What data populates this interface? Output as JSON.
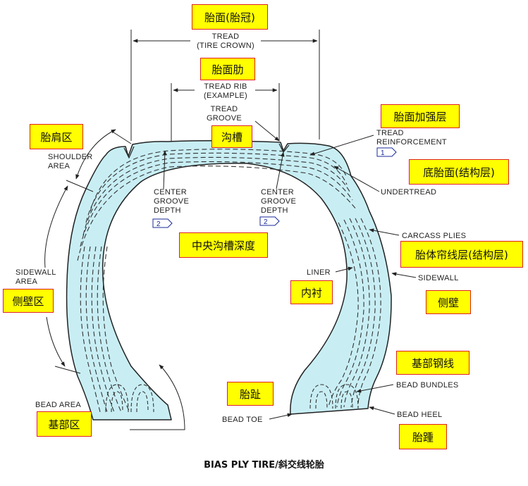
{
  "labels": {
    "tread": "TREAD",
    "tire_crown": "(TIRE CROWN)",
    "tread_rib": "TREAD RIB",
    "example": "(EXAMPLE)",
    "tread_groove_1": "TREAD",
    "tread_groove_2": "GROOVE",
    "tread_reinforcement_1": "TREAD",
    "tread_reinforcement_2": "REINFORCEMENT",
    "shoulder_1": "SHOULDER",
    "shoulder_2": "AREA",
    "center_groove_1": "CENTER",
    "center_groove_2": "GROOVE",
    "center_groove_3": "DEPTH",
    "undertread": "UNDERTREAD",
    "carcass_plies": "CARCASS PLIES",
    "sidewall_area_1": "SIDEWALL",
    "sidewall_area_2": "AREA",
    "liner": "LINER",
    "sidewall": "SIDEWALL",
    "bead_bundles": "BEAD BUNDLES",
    "bead_area": "BEAD AREA",
    "bead_toe": "BEAD TOE",
    "bead_heel": "BEAD HEEL",
    "marker_1": "1",
    "marker_2": "2"
  },
  "callouts": {
    "tread_cn": "胎面(胎冠)",
    "tread_rib_cn": "胎面肋",
    "groove_cn": "沟槽",
    "reinforcement_cn": "胎面加强层",
    "shoulder_cn": "胎肩区",
    "undertread_cn": "底胎面(结构层)",
    "center_groove_cn": "中央沟槽深度",
    "carcass_cn": "胎体帘线层(结构层)",
    "sidewall_area_cn": "侧壁区",
    "liner_cn": "内衬",
    "sidewall_cn": "侧壁",
    "bead_bundles_cn": "基部钢线",
    "toe_cn": "胎趾",
    "bead_area_cn": "基部区",
    "heel_cn": "胎踵"
  },
  "caption": "BIAS PLY TIRE/斜交线轮胎",
  "colors": {
    "rubber": "#c8eef4",
    "outline": "#222222",
    "callout_fill": "#ffff00",
    "callout_border": "#e02020",
    "marker": "#1a2a9a"
  }
}
